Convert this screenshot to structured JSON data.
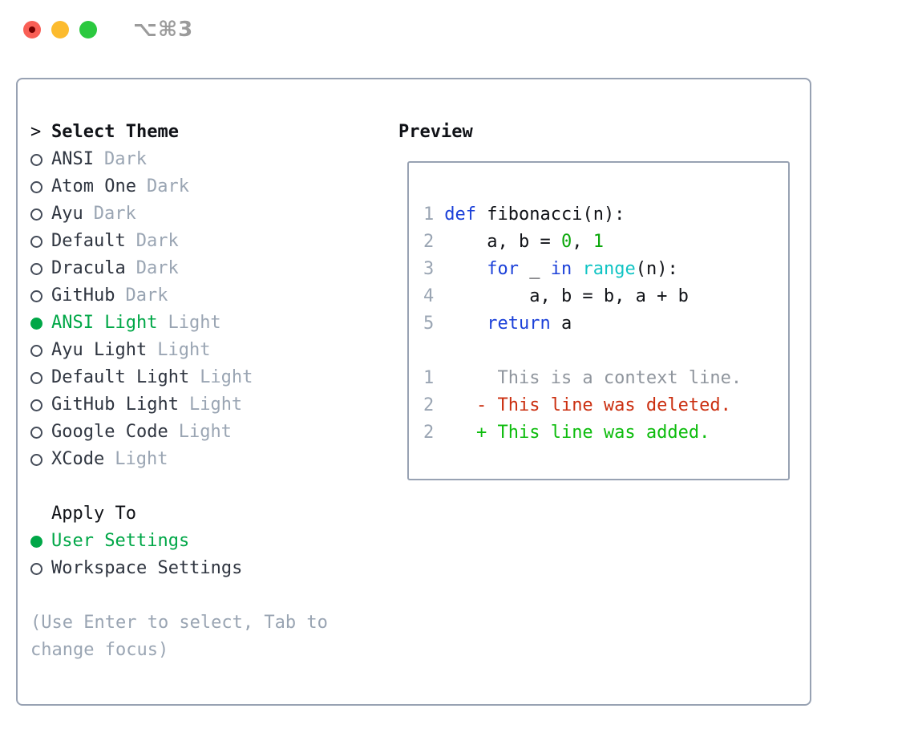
{
  "window": {
    "shortcut": "⌥⌘3"
  },
  "colors": {
    "selection-green": "#00a747",
    "keyword-blue": "#1c41d9",
    "builtin-cyan": "#10c4c4",
    "number-green": "#0aa70a",
    "added-green": "#0cbc0c",
    "deleted-red": "#cb2f10",
    "border-gray": "#98a2b3",
    "muted": "#9aa5b3",
    "traffic-red": "#f95f56",
    "traffic-yellow": "#fcbb2e",
    "traffic-green": "#2bc93f"
  },
  "theme_selector": {
    "title_marker": ">",
    "title": "Select Theme",
    "items": [
      {
        "name": "ANSI",
        "variant": "Dark",
        "selected": false
      },
      {
        "name": "Atom One",
        "variant": "Dark",
        "selected": false
      },
      {
        "name": "Ayu",
        "variant": "Dark",
        "selected": false
      },
      {
        "name": "Default",
        "variant": "Dark",
        "selected": false
      },
      {
        "name": "Dracula",
        "variant": "Dark",
        "selected": false
      },
      {
        "name": "GitHub",
        "variant": "Dark",
        "selected": false
      },
      {
        "name": "ANSI Light",
        "variant": "Light",
        "selected": true
      },
      {
        "name": "Ayu Light",
        "variant": "Light",
        "selected": false
      },
      {
        "name": "Default Light",
        "variant": "Light",
        "selected": false
      },
      {
        "name": "GitHub Light",
        "variant": "Light",
        "selected": false
      },
      {
        "name": "Google Code",
        "variant": "Light",
        "selected": false
      },
      {
        "name": "XCode",
        "variant": "Light",
        "selected": false
      }
    ]
  },
  "apply_to": {
    "title": "Apply To",
    "options": [
      {
        "label": "User Settings",
        "selected": true
      },
      {
        "label": "Workspace Settings",
        "selected": false
      }
    ]
  },
  "hint": "(Use Enter to select, Tab to change focus)",
  "preview": {
    "title": "Preview",
    "lines": [
      {
        "num": "1",
        "tokens": [
          [
            "def",
            "keyword"
          ],
          [
            " fibonacci(n):",
            "default"
          ]
        ]
      },
      {
        "num": "2",
        "tokens": [
          [
            "    a, b = ",
            "default"
          ],
          [
            "0",
            "number"
          ],
          [
            ", ",
            "default"
          ],
          [
            "1",
            "number"
          ]
        ]
      },
      {
        "num": "3",
        "tokens": [
          [
            "    ",
            "default"
          ],
          [
            "for",
            "keyword"
          ],
          [
            " _ ",
            "default"
          ],
          [
            "in",
            "keyword"
          ],
          [
            " ",
            "default"
          ],
          [
            "range",
            "builtin"
          ],
          [
            "(n):",
            "default"
          ]
        ]
      },
      {
        "num": "4",
        "tokens": [
          [
            "        a, b = b, a + b",
            "default"
          ]
        ]
      },
      {
        "num": "5",
        "tokens": [
          [
            "    ",
            "default"
          ],
          [
            "return",
            "keyword"
          ],
          [
            " a",
            "default"
          ]
        ]
      },
      {
        "num": "",
        "tokens": []
      },
      {
        "num": "1",
        "tokens": [
          [
            "     This is a context line.",
            "context"
          ]
        ]
      },
      {
        "num": "2",
        "tokens": [
          [
            "   - This line was deleted.",
            "deleted"
          ]
        ]
      },
      {
        "num": "2",
        "tokens": [
          [
            "   + This line was added.",
            "added"
          ]
        ]
      }
    ]
  }
}
